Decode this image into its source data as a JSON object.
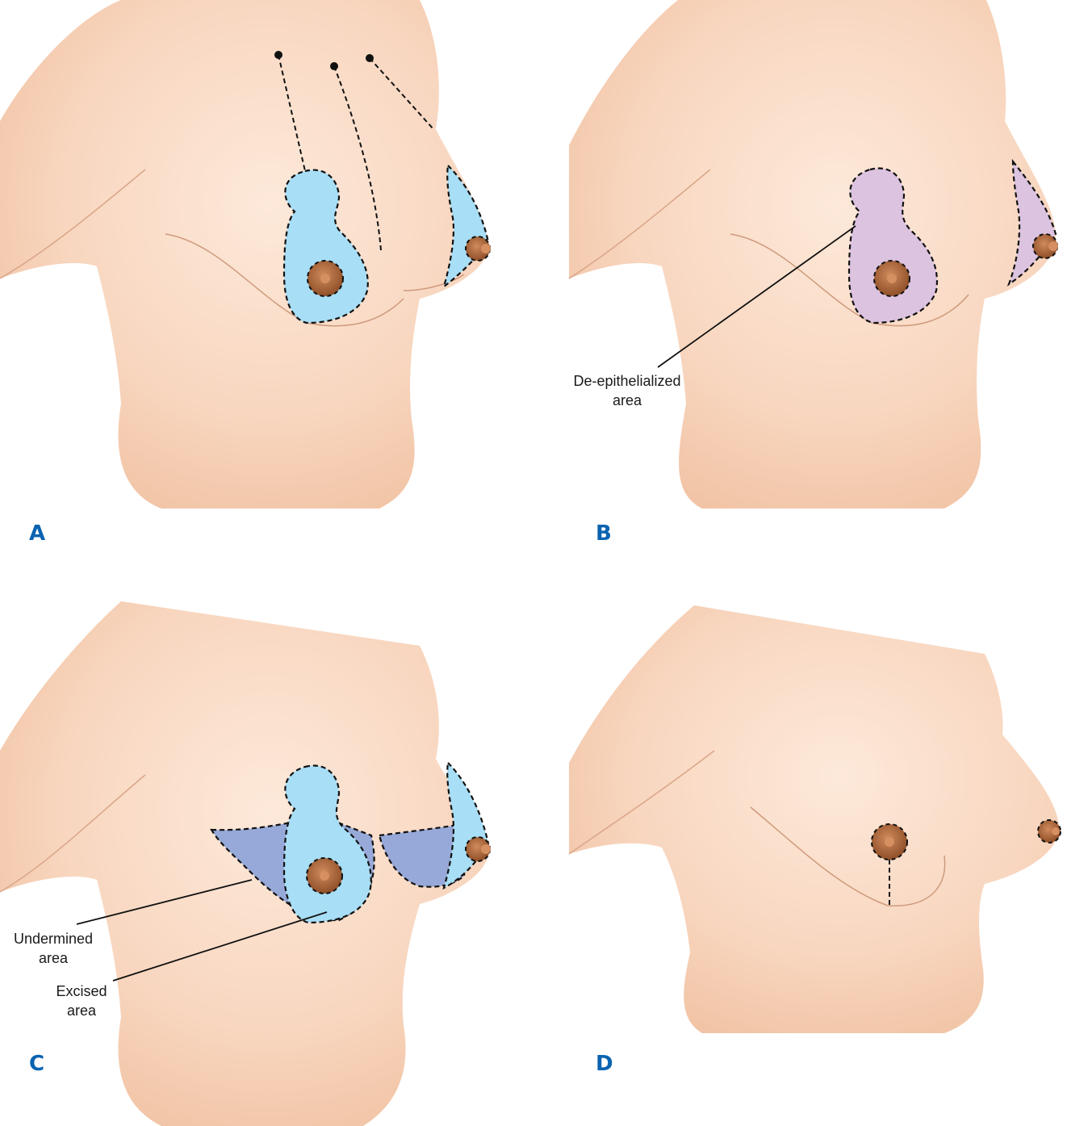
{
  "panels": [
    {
      "letter": "A"
    },
    {
      "letter": "B",
      "annotation_line1": "De-epithelialized",
      "annotation_line2": "area"
    },
    {
      "letter": "C",
      "annotation1_line1": "Undermined",
      "annotation1_line2": "area",
      "annotation2_line1": "Excised",
      "annotation2_line2": "area"
    },
    {
      "letter": "D"
    }
  ],
  "colors": {
    "letter": "#0a63b0",
    "skin_light": "#fbe3d2",
    "skin_mid": "#f5cbb0",
    "skin_shadow": "#eab494",
    "marking_blue": "#a8def6",
    "marking_lilac": "#dcc3e0",
    "undermined_blue": "#97a9d8",
    "areola": "#a86232",
    "nipple": "#cf8a5a"
  }
}
